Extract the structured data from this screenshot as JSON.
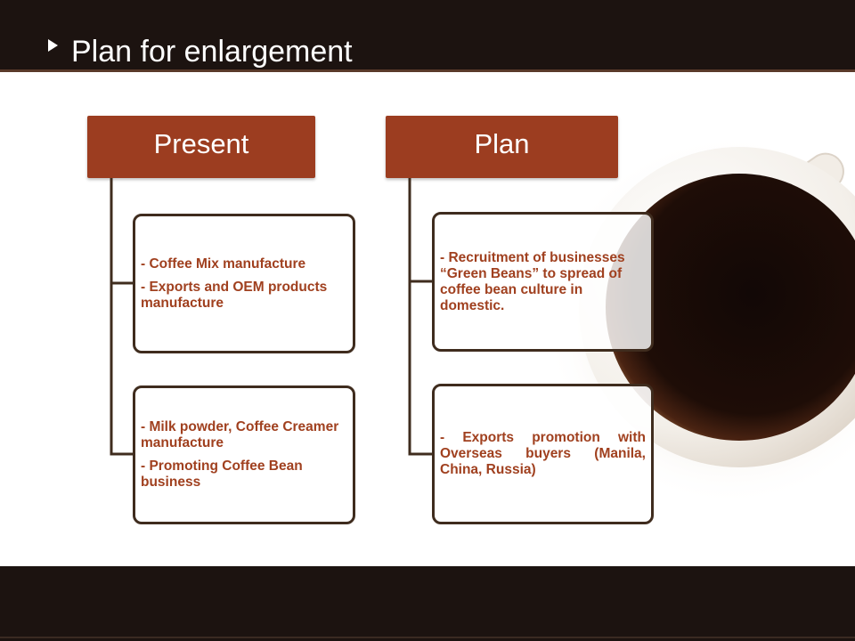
{
  "slide": {
    "title": "Plan for enlargement"
  },
  "columns": [
    {
      "heading": "Present",
      "items": [
        {
          "lines": [
            "- Coffee Mix manufacture",
            "- Exports and OEM products manufacture"
          ]
        },
        {
          "lines": [
            "- Milk powder, Coffee Creamer manufacture",
            "- Promoting Coffee Bean business"
          ]
        }
      ]
    },
    {
      "heading": "Plan",
      "items": [
        {
          "lines": [
            "- Recruitment of businesses “Green Beans” to spread of coffee bean culture in domestic."
          ]
        },
        {
          "lines": [
            "- Exports promotion with Overseas buyers (Manila, China, Russia)"
          ]
        }
      ]
    }
  ],
  "colors": {
    "header_bg": "#1c1310",
    "heading_box": "#9c3d20",
    "card_text": "#a0401f",
    "card_border": "#3f2c1e"
  }
}
